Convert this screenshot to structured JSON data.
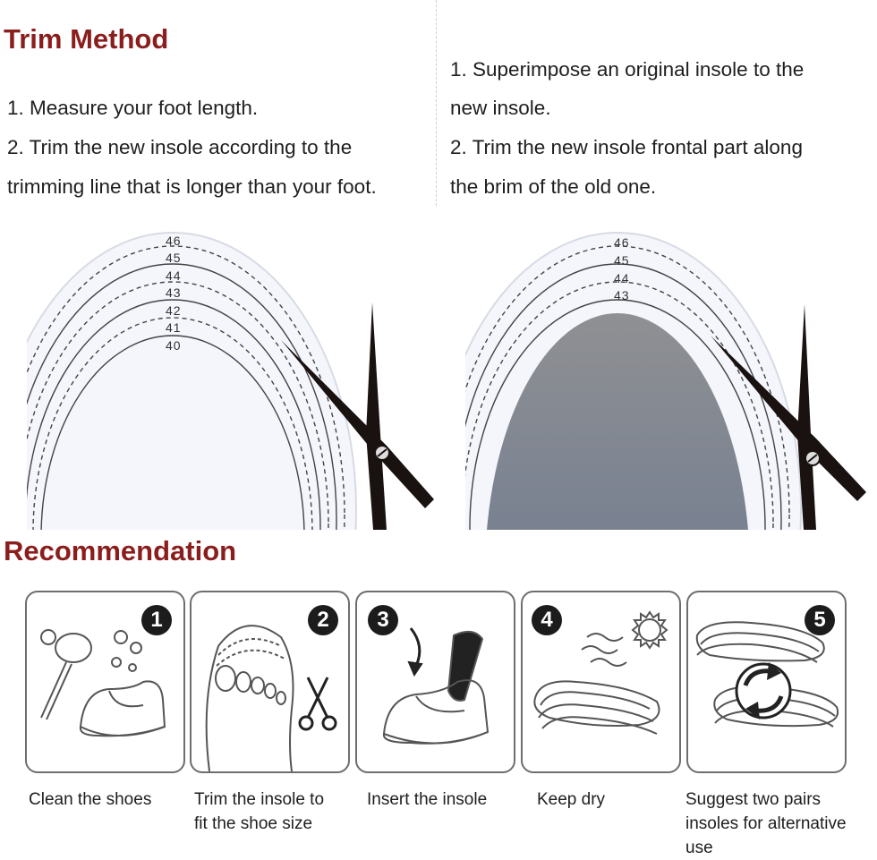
{
  "trim": {
    "heading": "Trim Method",
    "left_steps": [
      "1.  Measure your foot length.",
      "2.  Trim the new insole according to the",
      "trimming line that is longer than your foot."
    ],
    "right_steps": [
      "1.  Superimpose an original insole to the",
      "new insole.",
      "2.  Trim the new insole frontal part along",
      "the brim of the old one."
    ],
    "size_labels": [
      "46",
      "45",
      "44",
      "43",
      "42",
      "41",
      "40"
    ],
    "right_size_labels": [
      "46",
      "45",
      "44",
      "43"
    ]
  },
  "recommendation": {
    "heading": "Recommendation",
    "cards": [
      {
        "number": "1",
        "icon": "clean-shoes-icon",
        "caption_lines": [
          "Clean the shoes"
        ]
      },
      {
        "number": "2",
        "icon": "trim-insole-icon",
        "caption_lines": [
          "Trim the insole to",
          "fit the shoe size"
        ]
      },
      {
        "number": "3",
        "icon": "insert-insole-icon",
        "caption_lines": [
          "Insert the insole"
        ]
      },
      {
        "number": "4",
        "icon": "keep-dry-icon",
        "caption_lines": [
          "Keep dry"
        ]
      },
      {
        "number": "5",
        "icon": "alternate-pairs-icon",
        "caption_lines": [
          "Suggest two pairs",
          "insoles for alternative",
          "use"
        ]
      }
    ]
  },
  "colors": {
    "heading": "#8b1d1d",
    "insole_fill": "#f4f6fc",
    "old_insole_top": "#8f9093",
    "old_insole_bottom": "#5a6d8e",
    "scissor": "#1a1210"
  }
}
